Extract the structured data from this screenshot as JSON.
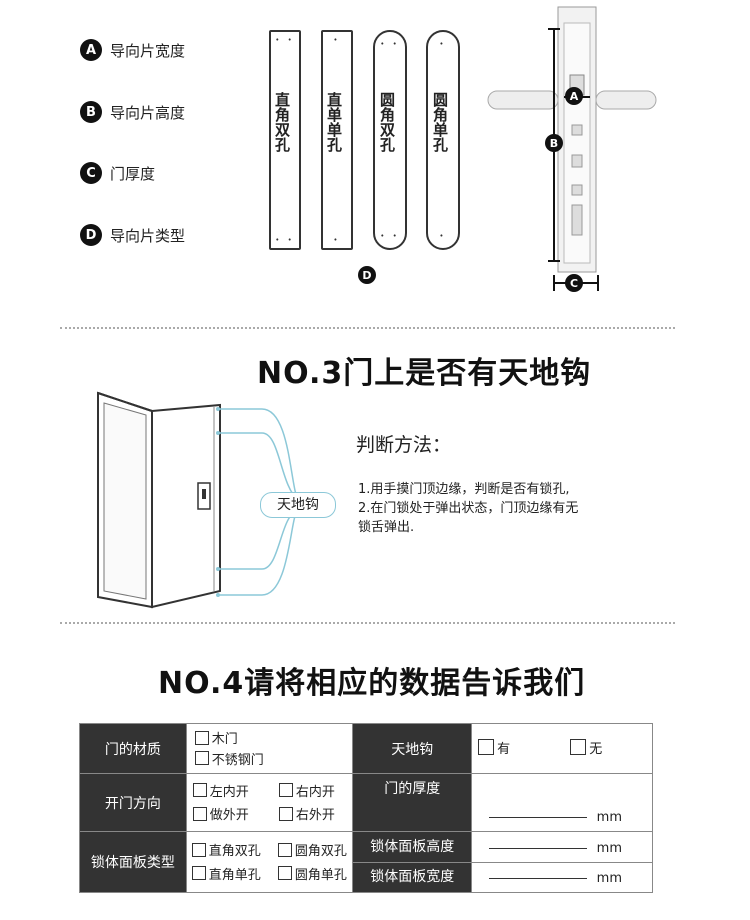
{
  "legend": [
    {
      "badge": "A",
      "label": "导向片宽度"
    },
    {
      "badge": "B",
      "label": "导向片高度"
    },
    {
      "badge": "C",
      "label": "门厚度"
    },
    {
      "badge": "D",
      "label": "导向片类型"
    }
  ],
  "plates": [
    {
      "label": "直角双孔",
      "dots": "• •"
    },
    {
      "label": "直单单孔",
      "dots": "•"
    },
    {
      "label": "圆角双孔",
      "dots": "• •"
    },
    {
      "label": "圆角单孔",
      "dots": "•"
    }
  ],
  "plates_marker": "D",
  "lock_markers": {
    "a": "A",
    "b": "B",
    "c": "C"
  },
  "section3": {
    "title": "NO.3门上是否有天地钩",
    "callout": "天地钩",
    "method_title": "判断方法：",
    "method_lines": [
      "1.用手摸门顶边缘，判断是否有锁孔,",
      "2.在门锁处于弹出状态，门顶边缘有无",
      "锁舌弹出."
    ]
  },
  "section4": {
    "title": "NO.4请将相应的数据告诉我们"
  },
  "form": {
    "material_label": "门的材质",
    "material_opts": [
      "木门",
      "不锈钢门"
    ],
    "direction_label": "开门方向",
    "direction_opts": [
      "左内开",
      "右内开",
      "做外开",
      "右外开"
    ],
    "panel_type_label": "锁体面板类型",
    "panel_type_opts": [
      "直角双孔",
      "圆角双孔",
      "直角单孔",
      "圆角单孔"
    ],
    "hook_label": "天地钩",
    "hook_opts": [
      "有",
      "无"
    ],
    "thickness_label": "门的厚度",
    "panel_height_label": "锁体面板高度",
    "panel_width_label": "锁体面板宽度",
    "unit": "mm"
  }
}
